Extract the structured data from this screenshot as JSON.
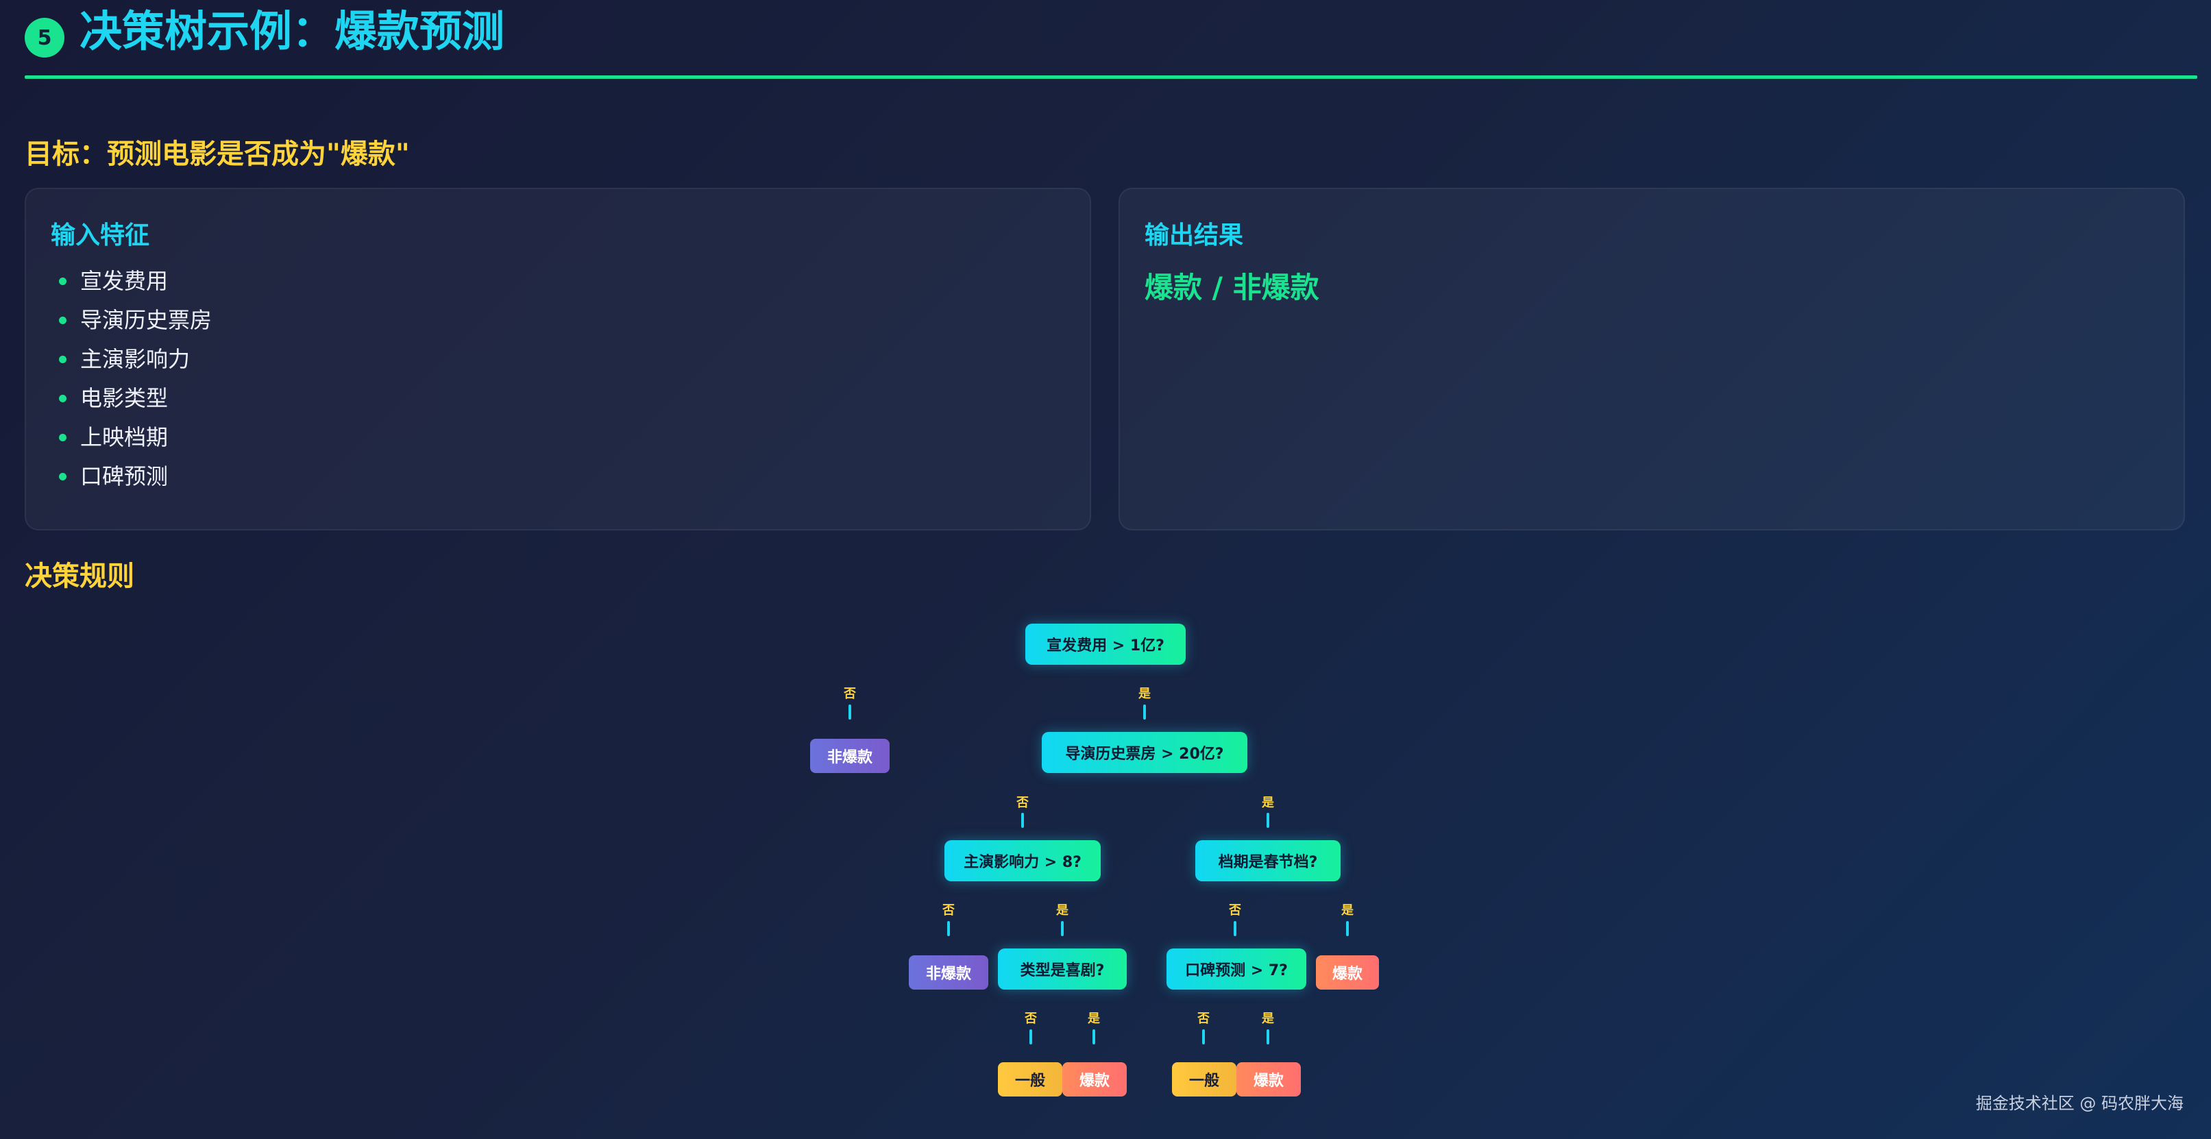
{
  "header": {
    "badge": "5",
    "title": "决策树示例：爆款预测"
  },
  "goal": "目标：预测电影是否成为\"爆款\"",
  "input_card": {
    "title": "输入特征",
    "features": [
      "宣发费用",
      "导演历史票房",
      "主演影响力",
      "电影类型",
      "上映档期",
      "口碑预测"
    ]
  },
  "output_card": {
    "title": "输出结果",
    "result": "爆款 / 非爆款"
  },
  "rules_title": "决策规则",
  "tree": {
    "root": "宣发费用 > 1亿?",
    "director": "导演历史票房 > 20亿?",
    "star": "主演影响力 > 8?",
    "season": "档期是春节档?",
    "genre": "类型是喜剧?",
    "wom": "口碑预测 > 7?",
    "yes": "是",
    "no": "否",
    "leaf_not_hit": "非爆款",
    "leaf_hit": "爆款",
    "leaf_average": "一般"
  },
  "footer": "掘金技术社区 @ 码农胖大海",
  "colors": {
    "accent_cyan": "#1fd6f2",
    "accent_green": "#19e38f",
    "accent_yellow": "#ffd43b",
    "leaf_negative": "#6c72dc",
    "leaf_positive": "#ff7b62",
    "leaf_average": "#ffc93e"
  }
}
